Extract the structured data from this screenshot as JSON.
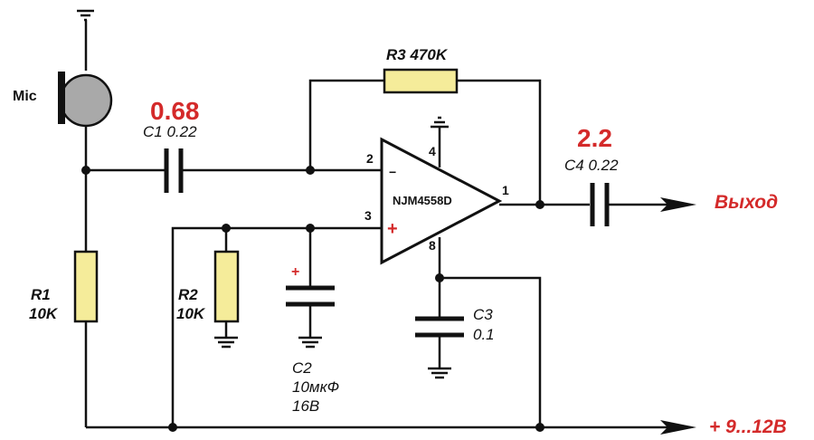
{
  "labels": {
    "mic": "Mic",
    "r3": "R3 470K",
    "c1": "C1 0.22",
    "c1_new": "0.68",
    "c4": "C4 0.22",
    "c4_new": "2.2",
    "chip": "NJM4558D",
    "output": "Выход",
    "supply": "+ 9...12В",
    "r1_name": "R1",
    "r1_val": "10K",
    "r2_name": "R2",
    "r2_val": "10K",
    "c2_name": "C2",
    "c2_val1": "10мкФ",
    "c2_val2": "16В",
    "c3_name": "C3",
    "c3_val": "0.1",
    "pin1": "1",
    "pin2": "2",
    "pin3": "3",
    "pin4": "4",
    "pin8": "8",
    "minus": "−",
    "plus": "+",
    "c2_polarity": "+"
  },
  "colors": {
    "wire": "#111111",
    "resistor_fill": "#f5ec9a",
    "red": "#d42a2a",
    "mic_fill": "#a9a9a9"
  }
}
